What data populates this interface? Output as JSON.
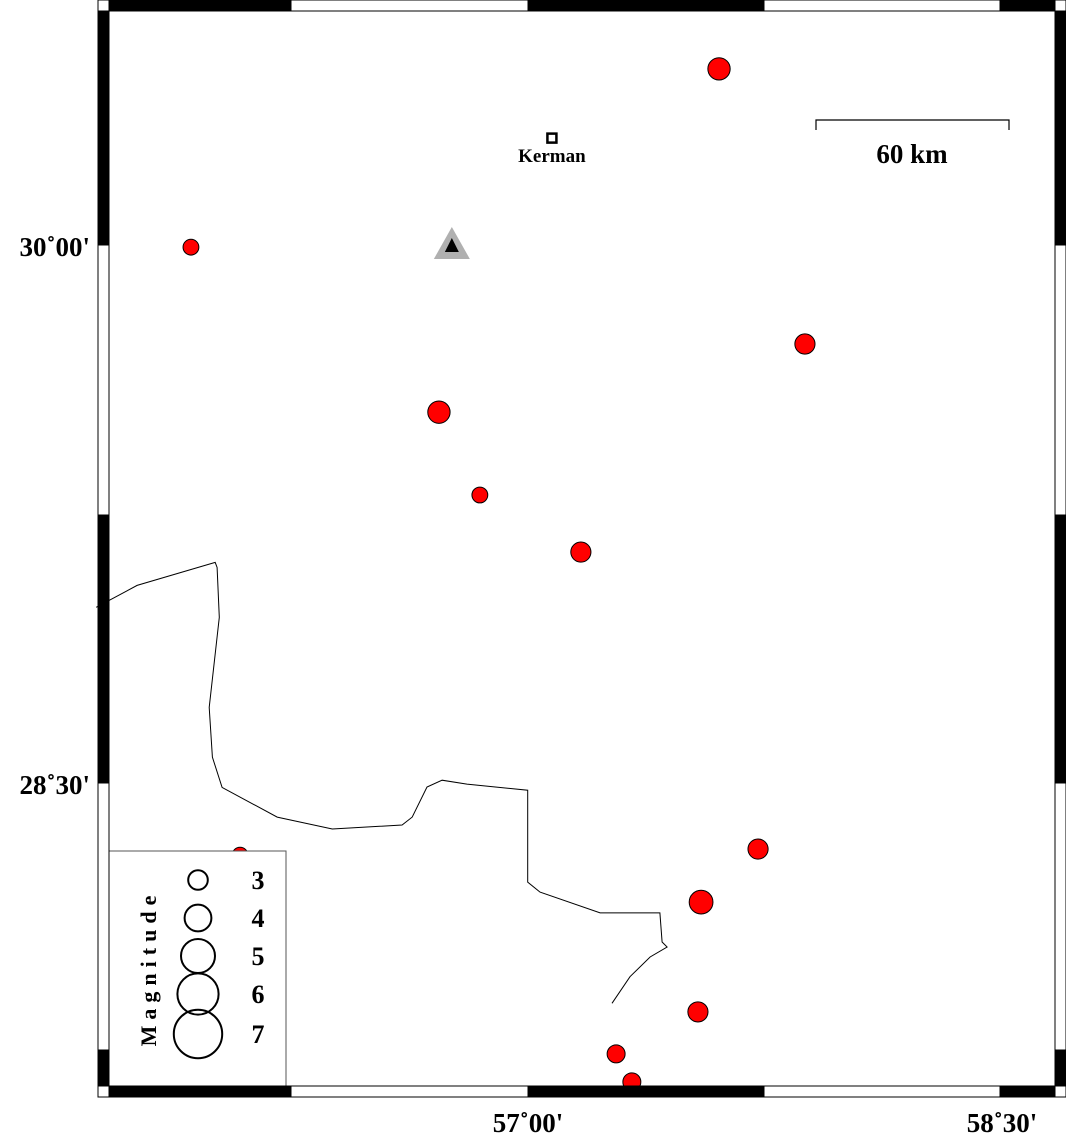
{
  "map": {
    "axis_labels": {
      "left": [
        "30˚00'",
        "28˚30'"
      ],
      "bottom": [
        "57˚00'",
        "58˚30'"
      ]
    },
    "city": {
      "name": "Kerman",
      "lon": 57.076,
      "lat": 30.298
    },
    "station": {
      "lon": 56.758,
      "lat": 30.0,
      "fill": "#000000",
      "halo": "#b0b0b0"
    },
    "scale_bar": {
      "label": "60 km",
      "km": 60
    },
    "event_color": "#ff0000",
    "events": [
      {
        "lon": 57.607,
        "lat": 30.491,
        "mag": 3.1
      },
      {
        "lon": 55.929,
        "lat": 29.994,
        "mag": 2.2
      },
      {
        "lon": 57.88,
        "lat": 29.724,
        "mag": 2.8
      },
      {
        "lon": 56.717,
        "lat": 29.534,
        "mag": 3.1
      },
      {
        "lon": 56.847,
        "lat": 29.303,
        "mag": 2.2
      },
      {
        "lon": 57.168,
        "lat": 29.144,
        "mag": 2.8
      },
      {
        "lon": 57.731,
        "lat": 28.316,
        "mag": 2.8
      },
      {
        "lon": 57.55,
        "lat": 28.168,
        "mag": 3.3
      },
      {
        "lon": 57.54,
        "lat": 27.862,
        "mag": 2.8
      },
      {
        "lon": 57.28,
        "lat": 27.745,
        "mag": 2.5
      },
      {
        "lon": 57.33,
        "lat": 27.667,
        "mag": 2.5
      },
      {
        "lon": 56.085,
        "lat": 28.299,
        "mag": 2.2
      }
    ],
    "border": [
      [
        55.628,
        28.99
      ],
      [
        55.758,
        29.051
      ],
      [
        56.006,
        29.115
      ],
      [
        56.012,
        29.101
      ],
      [
        56.019,
        28.962
      ],
      [
        55.987,
        28.711
      ],
      [
        55.997,
        28.572
      ],
      [
        56.028,
        28.488
      ],
      [
        56.203,
        28.405
      ],
      [
        56.378,
        28.372
      ],
      [
        56.6,
        28.383
      ],
      [
        56.632,
        28.405
      ],
      [
        56.679,
        28.489
      ],
      [
        56.727,
        28.508
      ],
      [
        56.806,
        28.497
      ],
      [
        56.999,
        28.48
      ],
      [
        56.999,
        28.224
      ],
      [
        57.038,
        28.196
      ],
      [
        57.229,
        28.138
      ],
      [
        57.419,
        28.138
      ],
      [
        57.426,
        28.057
      ],
      [
        57.442,
        28.043
      ],
      [
        57.388,
        28.015
      ],
      [
        57.324,
        27.96
      ],
      [
        57.267,
        27.886
      ]
    ],
    "legend": {
      "title": "Magnitude",
      "entries": [
        {
          "mag": 3,
          "label": "3"
        },
        {
          "mag": 4,
          "label": "4"
        },
        {
          "mag": 5,
          "label": "5"
        },
        {
          "mag": 6,
          "label": "6"
        },
        {
          "mag": 7,
          "label": "7"
        }
      ]
    }
  }
}
